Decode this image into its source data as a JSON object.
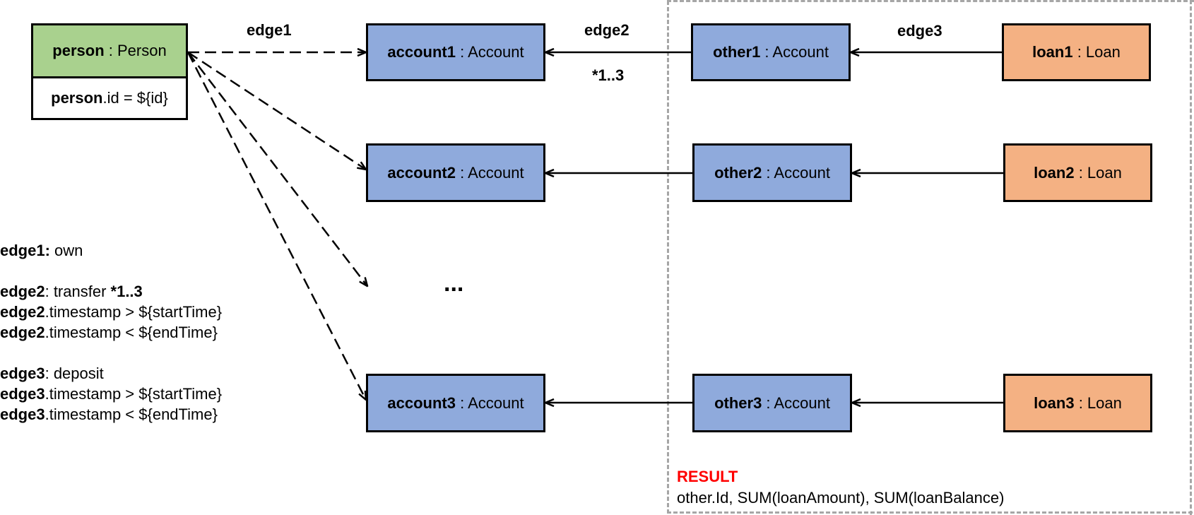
{
  "nodes": {
    "person": {
      "name": "person",
      "type": " : Person"
    },
    "person_cond": {
      "name": "person",
      "rest": ".id = ${id}"
    },
    "account1": {
      "name": "account1",
      "type": " : Account"
    },
    "account2": {
      "name": "account2",
      "type": " : Account"
    },
    "account3": {
      "name": "account3",
      "type": " : Account"
    },
    "other1": {
      "name": "other1",
      "type": " : Account"
    },
    "other2": {
      "name": "other2",
      "type": " : Account"
    },
    "other3": {
      "name": "other3",
      "type": " : Account"
    },
    "loan1": {
      "name": "loan1",
      "type": " : Loan"
    },
    "loan2": {
      "name": "loan2",
      "type": " : Loan"
    },
    "loan3": {
      "name": "loan3",
      "type": " : Loan"
    }
  },
  "edge_labels": {
    "edge1": "edge1",
    "edge2": "edge2",
    "edge3": "edge3",
    "multiplicity": "*1..3"
  },
  "ellipsis": "...",
  "legend": {
    "e1": {
      "key": "edge1:",
      "text": " own"
    },
    "e2": {
      "key": "edge2",
      "text": ": transfer ",
      "mult": "*1..3"
    },
    "e2_ts_gt": {
      "key": "edge2",
      "text": ".timestamp > ${startTime}"
    },
    "e2_ts_lt": {
      "key": "edge2",
      "text": ".timestamp < ${endTime}"
    },
    "e3": {
      "key": "edge3",
      "text": ": deposit"
    },
    "e3_ts_gt": {
      "key": "edge3",
      "text": ".timestamp > ${startTime}"
    },
    "e3_ts_lt": {
      "key": "edge3",
      "text": ".timestamp < ${endTime}"
    }
  },
  "result": {
    "title": "RESULT",
    "expression": "other.Id, SUM(loanAmount), SUM(loanBalance)"
  },
  "colors": {
    "person": "#a9d18e",
    "account": "#8faadc",
    "loan": "#f4b183",
    "result_title": "#ff0000",
    "result_border": "#a6a6a6"
  }
}
